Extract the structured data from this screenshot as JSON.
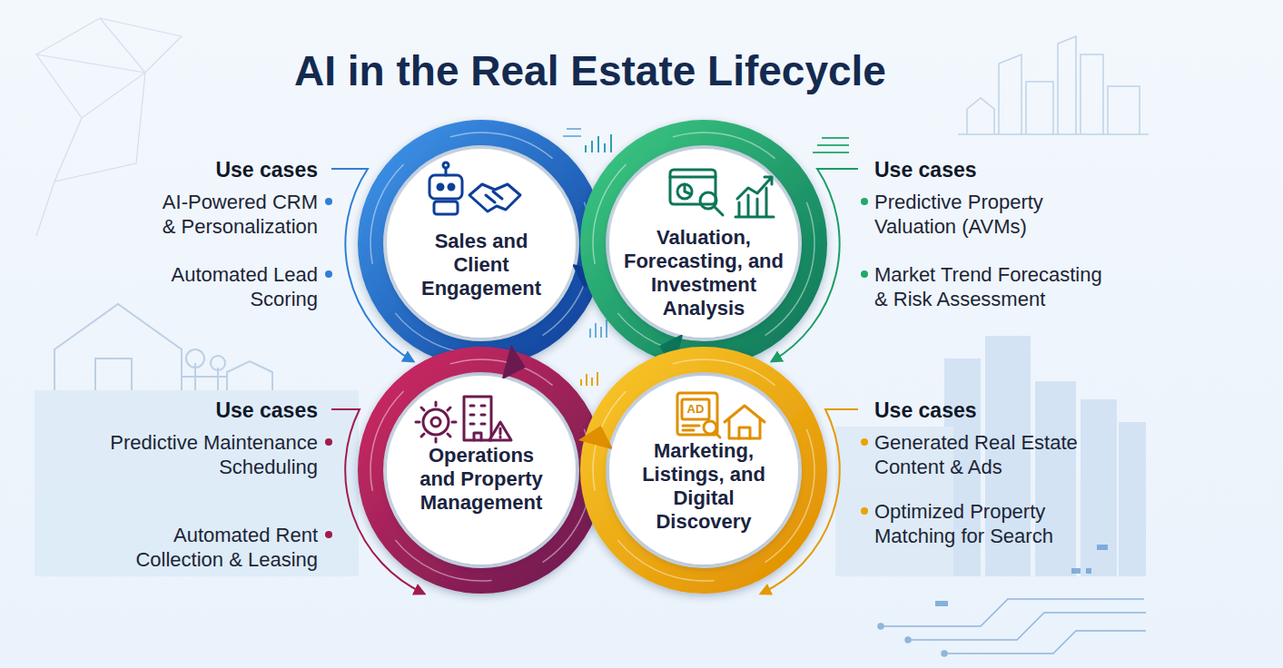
{
  "diagram": {
    "title": "AI in the Real Estate Lifecycle",
    "nodes": [
      {
        "text": [
          "Sales and Client Engagement"
        ]
      },
      {
        "text": [
          "Valuation, Forecasting, and Investment Analysis"
        ]
      },
      {
        "text": [
          "Operations and Property Management"
        ]
      },
      {
        "text": [
          "Marketing, Listings, and Digital Discovery"
        ]
      }
    ],
    "labels": [
      "Use cases",
      "AI-Powered CRM & Personalization",
      "Automated Lead Scoring",
      "Use cases",
      "Predictive Property Valuation (AVMs)",
      "Market Trend Forecasting & Risk Assessment",
      "Use cases",
      "Predictive Maintenance Scheduling",
      "Automated Rent Collection & Leasing",
      "Use cases",
      "Generated Real Estate Content & Ads",
      "Optimized Property Matching for Search",
      "AD"
    ]
  }
}
